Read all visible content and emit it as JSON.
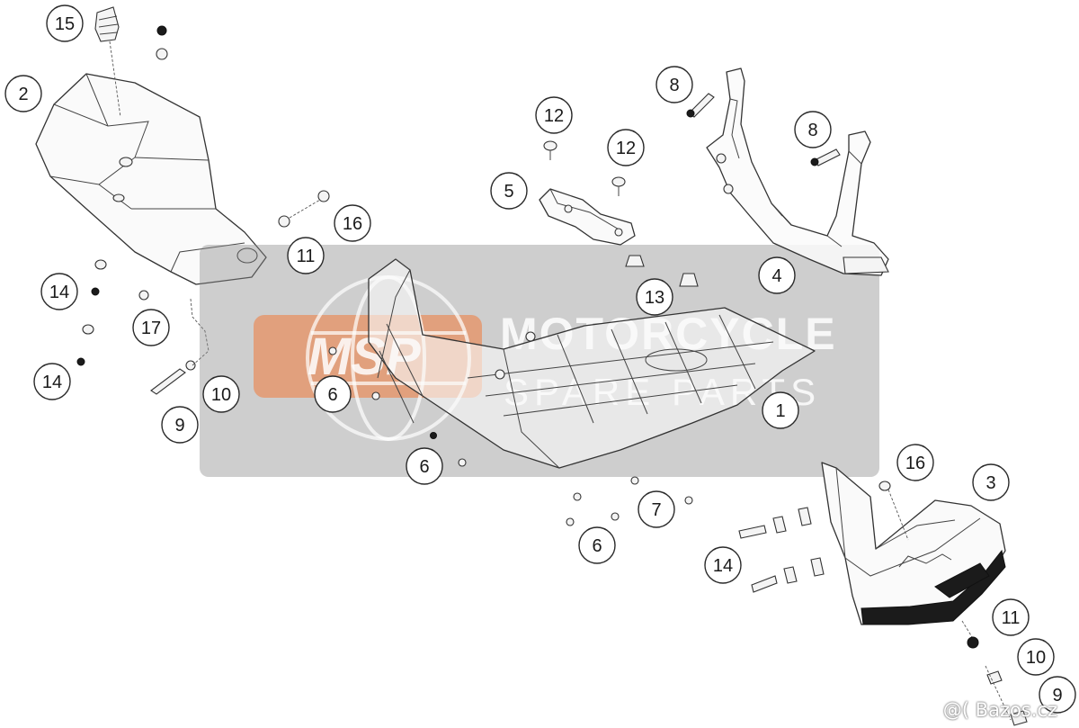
{
  "diagram": {
    "callouts": [
      {
        "id": "c15",
        "label": "15"
      },
      {
        "id": "c2",
        "label": "2"
      },
      {
        "id": "c16a",
        "label": "16"
      },
      {
        "id": "c11a",
        "label": "11"
      },
      {
        "id": "c14a",
        "label": "14"
      },
      {
        "id": "c17",
        "label": "17"
      },
      {
        "id": "c14b",
        "label": "14"
      },
      {
        "id": "c10a",
        "label": "10"
      },
      {
        "id": "c9a",
        "label": "9"
      },
      {
        "id": "c6a",
        "label": "6"
      },
      {
        "id": "c6b",
        "label": "6"
      },
      {
        "id": "c12a",
        "label": "12"
      },
      {
        "id": "c12b",
        "label": "12"
      },
      {
        "id": "c5",
        "label": "5"
      },
      {
        "id": "c8a",
        "label": "8"
      },
      {
        "id": "c8b",
        "label": "8"
      },
      {
        "id": "c4",
        "label": "4"
      },
      {
        "id": "c13",
        "label": "13"
      },
      {
        "id": "c1",
        "label": "1"
      },
      {
        "id": "c7",
        "label": "7"
      },
      {
        "id": "c6c",
        "label": "6"
      },
      {
        "id": "c16b",
        "label": "16"
      },
      {
        "id": "c3",
        "label": "3"
      },
      {
        "id": "c14c",
        "label": "14"
      },
      {
        "id": "c11b",
        "label": "11"
      },
      {
        "id": "c10b",
        "label": "10"
      },
      {
        "id": "c9b",
        "label": "9"
      }
    ]
  },
  "watermark": {
    "logo": "MSP",
    "line1": "MOTORCYCLE",
    "line2": "SPARE PARTS"
  },
  "credit": {
    "text": "@( Bazos.cz"
  }
}
